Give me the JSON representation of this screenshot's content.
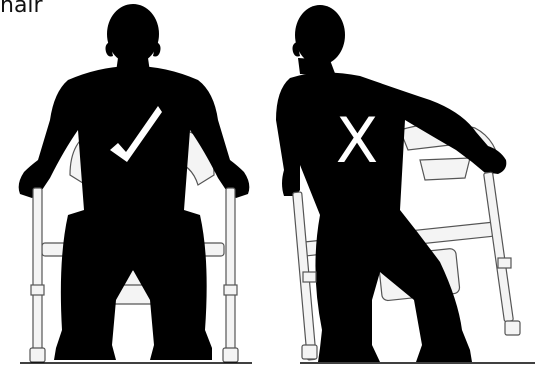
{
  "caption": {
    "text": "hair"
  },
  "panels": [
    {
      "verdict": "correct",
      "mark": "checkmark-icon"
    },
    {
      "verdict": "incorrect",
      "mark_text": "X"
    }
  ],
  "colors": {
    "silhouette": "#000000",
    "frame": "#f4f4f4",
    "frame_outline": "#555555",
    "mark": "#ffffff"
  }
}
